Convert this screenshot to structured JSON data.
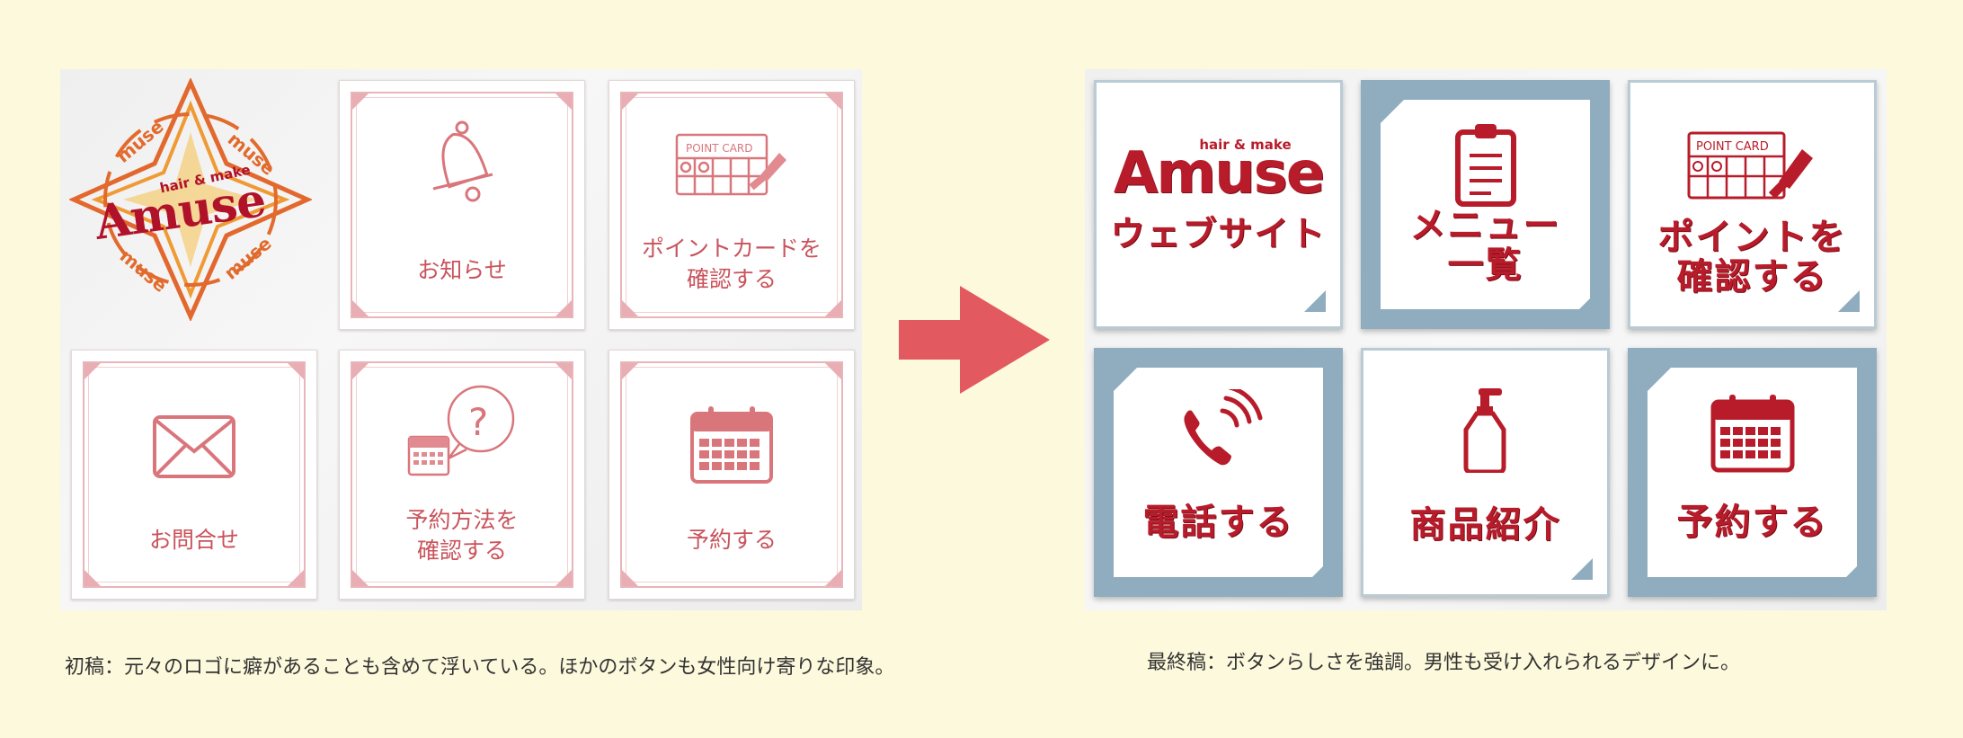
{
  "draft": {
    "logo": {
      "brand": "Amuse",
      "tagline": "hair & make",
      "ring_text": "muse"
    },
    "tiles": [
      {
        "label_lines": [
          "お知らせ"
        ]
      },
      {
        "label_lines": [
          "ポイントカードを",
          "確認する"
        ],
        "card_text": "POINT CARD"
      },
      {
        "label_lines": [
          "お問合せ"
        ]
      },
      {
        "label_lines": [
          "予約方法を",
          "確認する"
        ]
      },
      {
        "label_lines": [
          "予約する"
        ]
      }
    ],
    "caption": "初稿：元々のロゴに癖があることも含めて浮いている。ほかのボタンも女性向け寄りな印象。"
  },
  "final": {
    "tiles": [
      {
        "label_lines": [
          "ウェブサイト"
        ],
        "brand": "Amuse",
        "tagline": "hair & make"
      },
      {
        "label_lines": [
          "メニュー",
          "一覧"
        ]
      },
      {
        "label_lines": [
          "ポイントを",
          "確認する"
        ],
        "card_text": "POINT CARD"
      },
      {
        "label_lines": [
          "電話する"
        ]
      },
      {
        "label_lines": [
          "商品紹介"
        ]
      },
      {
        "label_lines": [
          "予約する"
        ]
      }
    ],
    "caption": "最終稿：ボタンらしさを強調。男性も受け入れられるデザインに。"
  },
  "colors": {
    "draft_accent": "#c9545c",
    "final_accent": "#b81c2a",
    "final_frame": "#8fadbe",
    "arrow": "#e2595f",
    "background": "#fdf9dc"
  }
}
